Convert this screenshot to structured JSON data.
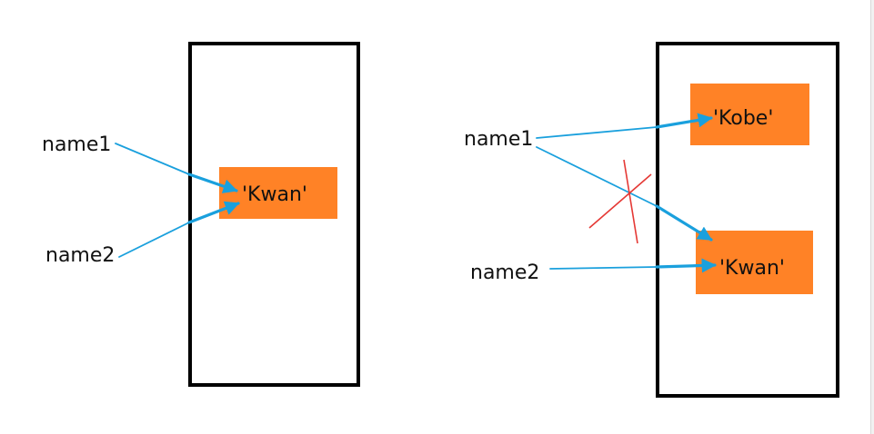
{
  "colors": {
    "frame": "#000000",
    "value_box": "#FF8226",
    "arrow": "#1AA0DD",
    "cross": "#E53935",
    "text": "#111111",
    "background": "#FFFFFF"
  },
  "left_panel": {
    "variables": {
      "name1": "name1",
      "name2": "name2"
    },
    "value": "'Kwan'"
  },
  "right_panel": {
    "variables": {
      "name1": "name1",
      "name2": "name2"
    },
    "values": {
      "top": "'Kobe'",
      "bottom": "'Kwan'"
    }
  }
}
